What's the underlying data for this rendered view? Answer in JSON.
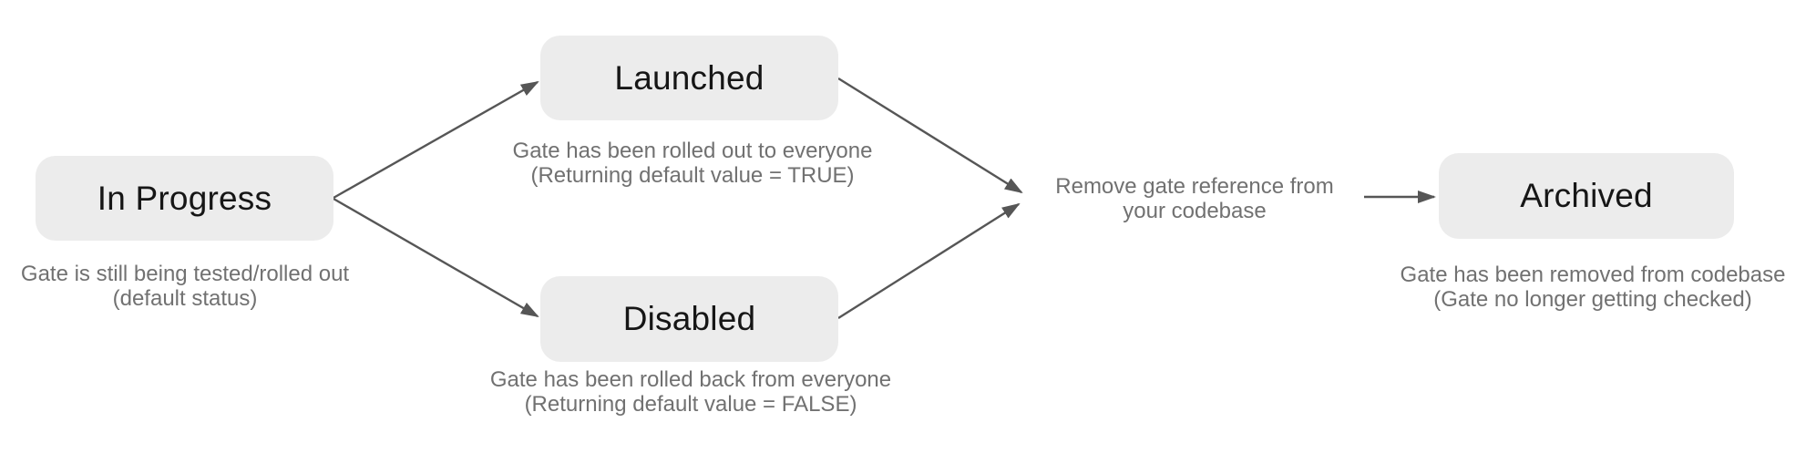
{
  "diagram": {
    "colors": {
      "background": "#ffffff",
      "node_fill": "#ececec",
      "label": "#161616",
      "caption": "#717171",
      "arrow": "#565656"
    },
    "nodes": {
      "in_progress": {
        "label": "In Progress",
        "caption1": "Gate is still being tested/rolled out",
        "caption2": "(default status)"
      },
      "launched": {
        "label": "Launched",
        "caption1": "Gate has been rolled out to everyone",
        "caption2": "(Returning default value = TRUE)"
      },
      "disabled": {
        "label": "Disabled",
        "caption1": "Gate has been rolled back from everyone",
        "caption2": "(Returning default value = FALSE)"
      },
      "archived": {
        "label": "Archived",
        "caption1": "Gate has been removed from codebase",
        "caption2": "(Gate no longer getting checked)"
      }
    },
    "middle_note": {
      "line1": "Remove gate reference from",
      "line2": "your codebase"
    }
  }
}
